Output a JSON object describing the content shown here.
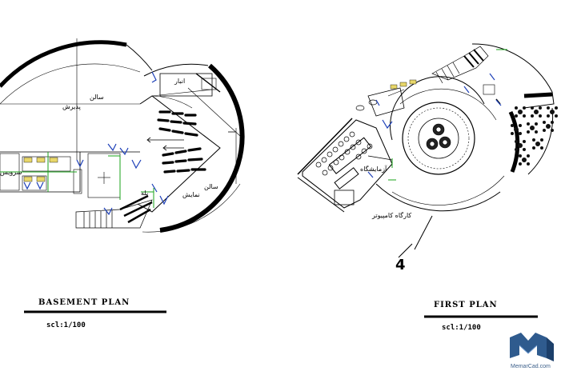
{
  "basement": {
    "title": "BASEMENT PLAN",
    "scale": "scl:1/100",
    "labels": {
      "hall_line1": "سالن",
      "hall_line2": "پذیرش",
      "exhibition_line1": "سالن",
      "exhibition_line2": "نمایش",
      "storage": "انبار",
      "toilet": "سرویس",
      "stairs": "پله"
    }
  },
  "first": {
    "title": "FIRST PLAN",
    "scale": "scl:1/100",
    "labels": {
      "workshop": "کارگاه کامپیوتر",
      "class": "آزمایشگاه",
      "number": "4"
    }
  },
  "watermark": {
    "site": "MemarCad.com"
  },
  "colors": {
    "line": "#000000",
    "door": "#1c3fb8",
    "green": "#1aa31a",
    "fixture": "#e8d76a",
    "logo": "#2f5b8e"
  }
}
